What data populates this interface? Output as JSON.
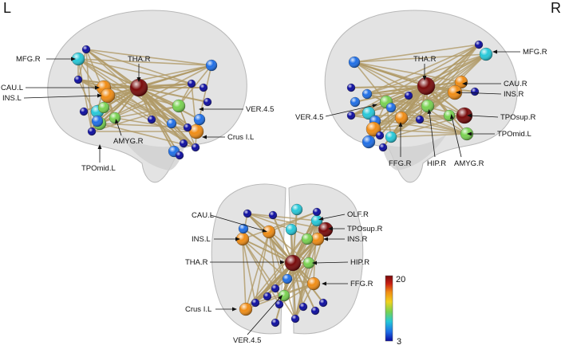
{
  "views": [
    {
      "id": "left-view",
      "side_label": "L",
      "labels": [
        "MFG.R",
        "THA.R",
        "CAU.L",
        "INS.L",
        "VER.4.5",
        "Crus I.L",
        "AMYG.R",
        "TPOmid.L"
      ]
    },
    {
      "id": "right-view",
      "side_label": "R",
      "labels": [
        "MFG.R",
        "THA.R",
        "CAU.R",
        "INS.R",
        "VER.4.5",
        "TPOsup.R",
        "TPOmid.L",
        "FFG.R",
        "HIP.R",
        "AMYG.R"
      ]
    },
    {
      "id": "top-view",
      "side_label": "",
      "labels": [
        "CAU.L",
        "OLF.R",
        "TPOsup.R",
        "INS.L",
        "INS.R",
        "THA.R",
        "HIP.R",
        "FFG.R",
        "Crus I.L",
        "VER.4.5"
      ]
    }
  ],
  "colorbar": {
    "max_label": "20",
    "min_label": "3",
    "max_value": 20,
    "min_value": 3,
    "colors": [
      "#0a0aa0",
      "#1e6ee6",
      "#25c8d8",
      "#78d250",
      "#f0d21e",
      "#f08c14",
      "#c81e14",
      "#780a0a"
    ]
  },
  "colors": {
    "edge": "#b09a66",
    "brain_fill": "#d9d9d9",
    "brain_stroke": "#b8b8b8"
  }
}
